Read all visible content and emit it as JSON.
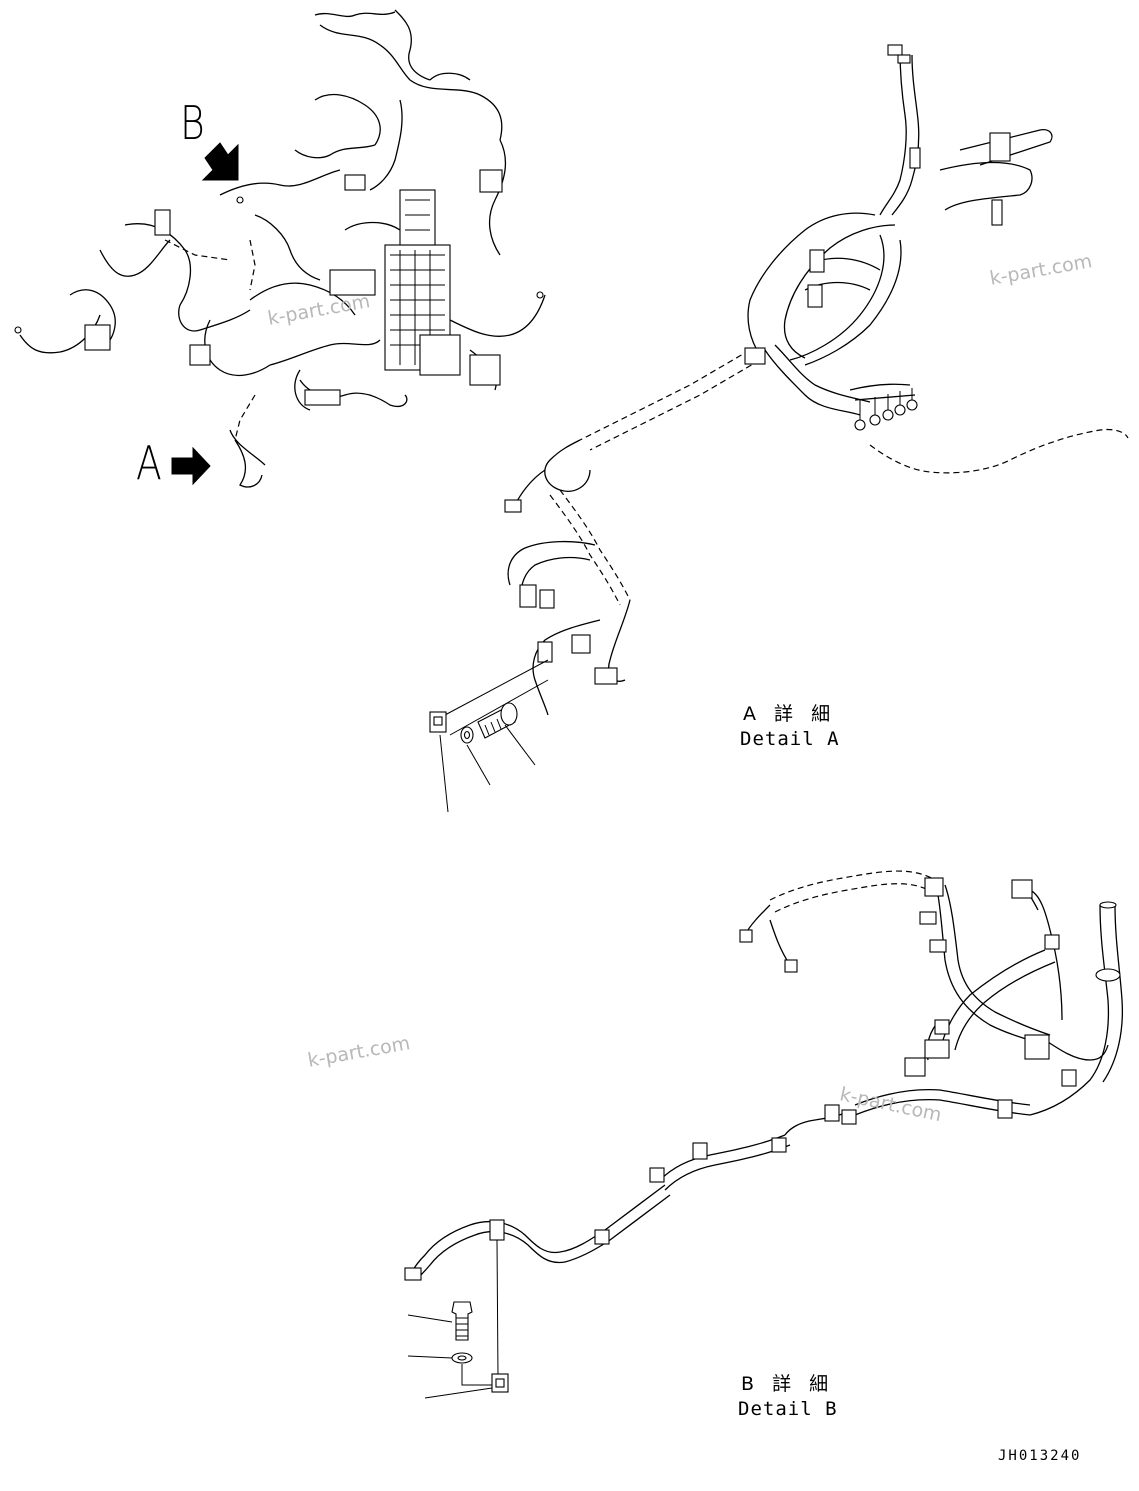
{
  "callouts": {
    "a_letter": "A",
    "b_letter": "B"
  },
  "details": {
    "a_jp": "A 詳 細",
    "a_en": "Detail A",
    "b_jp": "B 詳 細",
    "b_en": "Detail B"
  },
  "drawing_number": "JH013240",
  "watermarks": [
    "k-part.com",
    "k-part.com",
    "k-part.com",
    "k-part.com"
  ],
  "icons": {
    "arrow_a": "arrow-right-icon",
    "arrow_b": "arrow-down-right-icon"
  }
}
